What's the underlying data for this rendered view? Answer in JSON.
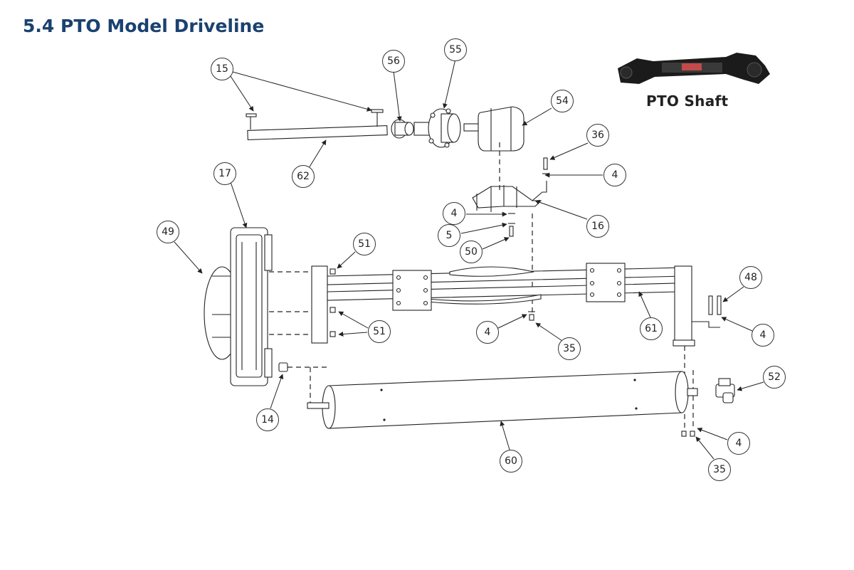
{
  "title": "5.4 PTO Model Driveline",
  "pto_shaft_label": "PTO Shaft",
  "callouts": {
    "c15": "15",
    "c56": "56",
    "c55": "55",
    "c54": "54",
    "c62": "62",
    "c36": "36",
    "c4a": "4",
    "c17": "17",
    "c4b": "4",
    "c16": "16",
    "c5": "5",
    "c50": "50",
    "c49": "49",
    "c51a": "51",
    "c48": "48",
    "c51b": "51",
    "c4c": "4",
    "c35a": "35",
    "c61": "61",
    "c4d": "4",
    "c52": "52",
    "c14": "14",
    "c60": "60",
    "c4e": "4",
    "c35b": "35"
  }
}
